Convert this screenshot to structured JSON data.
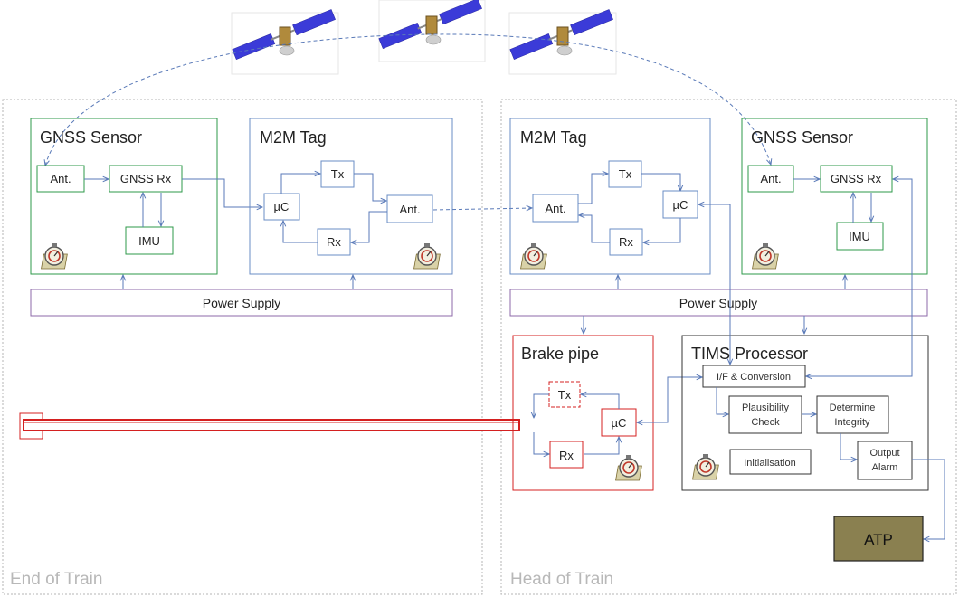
{
  "zones": {
    "end_of_train": "End of Train",
    "head_of_train": "Head of Train"
  },
  "eot": {
    "gnss_sensor": {
      "title": "GNSS Sensor",
      "antenna": "Ant.",
      "receiver": "GNSS Rx",
      "imu": "IMU"
    },
    "m2m_tag": {
      "title": "M2M Tag",
      "microcontroller": "µC",
      "transmitter": "Tx",
      "receiver": "Rx",
      "antenna": "Ant."
    },
    "power_supply": "Power Supply"
  },
  "hot": {
    "m2m_tag": {
      "title": "M2M Tag",
      "antenna": "Ant.",
      "transmitter": "Tx",
      "receiver": "Rx",
      "microcontroller": "µC"
    },
    "gnss_sensor": {
      "title": "GNSS Sensor",
      "antenna": "Ant.",
      "receiver": "GNSS Rx",
      "imu": "IMU"
    },
    "power_supply": "Power Supply",
    "brake_pipe": {
      "title": "Brake pipe",
      "transmitter": "Tx",
      "receiver": "Rx",
      "microcontroller": "µC"
    },
    "tims_processor": {
      "title": "TIMS Processor",
      "if_conversion": "I/F & Conversion",
      "plausibility_line1": "Plausibility",
      "plausibility_line2": "Check",
      "integrity_line1": "Determine",
      "integrity_line2": "Integrity",
      "alarm_line1": "Output",
      "alarm_line2": "Alarm",
      "initialisation": "Initialisation"
    },
    "atp": "ATP"
  },
  "colors": {
    "green": "#2e9a4a",
    "blue": "#6a8cc4",
    "purple": "#8e6aa8",
    "red": "#d42020",
    "dark": "#333333",
    "atp_fill": "#8a8050"
  }
}
